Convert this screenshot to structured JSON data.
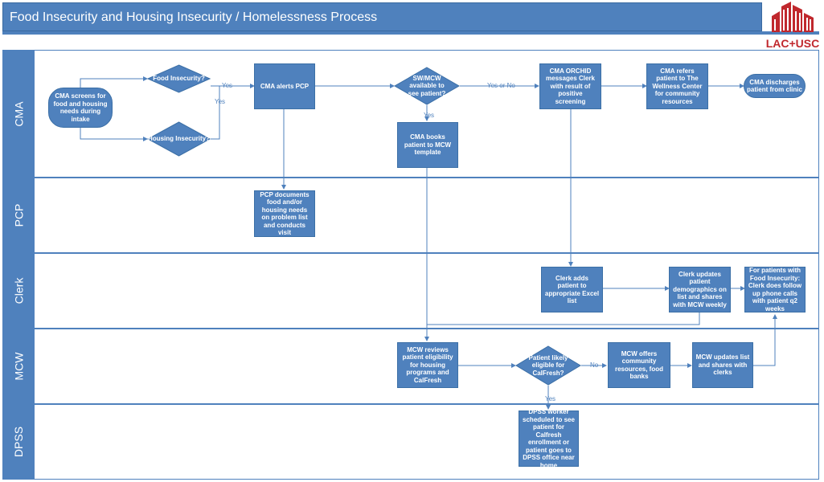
{
  "title": "Food Insecurity and Housing Insecurity / Homelessness Process",
  "logo": {
    "text": "LAC+USC",
    "color": "#c0282d"
  },
  "colors": {
    "accent": "#4f81bd",
    "line": "#4f81bd"
  },
  "lanes": [
    "CMA",
    "PCP",
    "Clerk",
    "MCW",
    "DPSS"
  ],
  "nodes": {
    "cma_screens": "CMA screens for food and housing needs during intake",
    "food_insecurity": "Food Insecurity?",
    "housing_insecurity": "Housing Insecurity?",
    "cma_alerts_pcp": "CMA alerts PCP",
    "sw_mcw_available": "SW/MCW available to see patient?",
    "cma_books": "CMA books patient to MCW template",
    "cma_orchid": "CMA ORCHID messages Clerk with result of positive screening",
    "cma_refers": "CMA refers patient to The Wellness Center for community resources",
    "cma_discharges": "CMA discharges patient from clinic",
    "pcp_documents": "PCP documents food and/or housing needs on problem list and conducts visit",
    "clerk_adds": "Clerk adds patient to appropriate Excel list",
    "clerk_updates": "Clerk updates patient demographics on list and shares with MCW weekly",
    "clerk_followup": "For patients with Food Insecurity: Clerk does follow up phone calls with patient q2 weeks",
    "mcw_reviews": "MCW reviews patient eligibility for housing programs and CalFresh",
    "calfresh_eligible": "Patient likely eligible for CalFresh?",
    "mcw_offers": "MCW offers community resources, food banks",
    "mcw_updates": "MCW updates list and shares with clerks",
    "dpss_worker": "DPSS worker scheduled to see patient for Calfresh enrollment or patient goes to DPSS office near home"
  },
  "edge_labels": {
    "food_yes": "Yes",
    "housing_yes": "Yes",
    "sw_yes_or_no": "Yes or No",
    "sw_yes": "Yes",
    "calfresh_no": "No",
    "calfresh_yes": "Yes"
  }
}
